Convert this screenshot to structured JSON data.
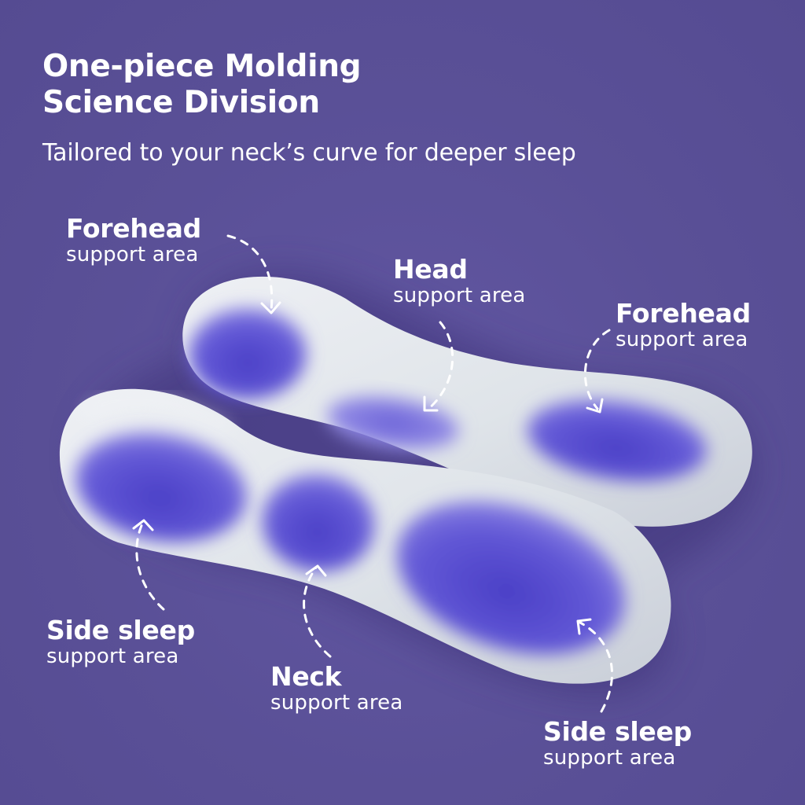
{
  "heading": {
    "title_line1": "One-piece Molding",
    "title_line2": "Science Division",
    "subtitle": "Tailored to your neck’s curve for deeper sleep"
  },
  "callouts": [
    {
      "name": "Forehead",
      "sub": "support area"
    },
    {
      "name": "Head",
      "sub": "support area"
    },
    {
      "name": "Forehead",
      "sub": "support area"
    },
    {
      "name": "Side sleep",
      "sub": "support area"
    },
    {
      "name": "Neck",
      "sub": "support area"
    },
    {
      "name": "Side sleep",
      "sub": "support area"
    }
  ],
  "colors": {
    "background": "#5b5198",
    "pillow_body": "#e4e8ec",
    "support_zone": "#5a4fd0",
    "text": "#ffffff"
  }
}
